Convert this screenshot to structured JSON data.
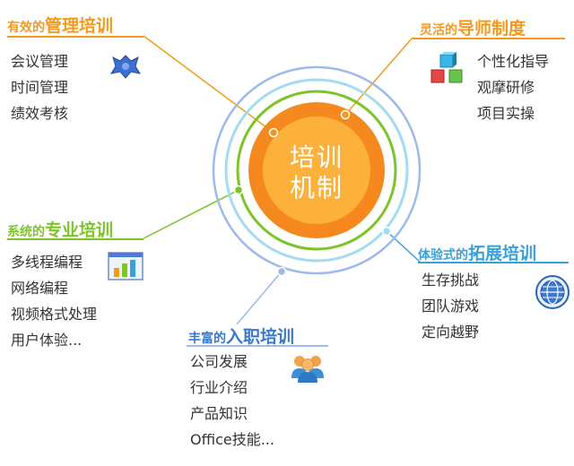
{
  "colors": {
    "orange": "#f39a1e",
    "green": "#7cc42a",
    "blue": "#3aa0d8",
    "ring_outer": "#9db9ee",
    "ring_light_blue": "#a3dcf2",
    "ring_green": "#7cc42a",
    "core_outer": "#f5891f",
    "core_inner": "#fbb13c"
  },
  "center": {
    "line1": "培训",
    "line2": "机制"
  },
  "sections": {
    "effective": {
      "small": "有效的",
      "big": "管理培训",
      "items": [
        "会议管理",
        "时间管理",
        "绩效考核"
      ],
      "icon": "puzzle-piece-icon"
    },
    "mentor": {
      "small": "灵活的",
      "big": "导师制度",
      "items": [
        "个性化指导",
        "观摩研修",
        "项目实操"
      ],
      "icon": "cubes-icon"
    },
    "professional": {
      "small": "系统的",
      "big": "专业培训",
      "items": [
        "多线程编程",
        "网络编程",
        "视频格式处理",
        "用户体验..."
      ],
      "icon": "bar-chart-icon"
    },
    "expansion": {
      "small": "体验式的",
      "big": "拓展培训",
      "items": [
        "生存挑战",
        "团队游戏",
        "定向越野"
      ],
      "icon": "globe-icon"
    },
    "onboarding": {
      "small": "丰富的",
      "big": "入职培训",
      "items": [
        "公司发展",
        "行业介绍",
        "产品知识",
        "Office技能..."
      ],
      "icon": "people-icon"
    }
  }
}
